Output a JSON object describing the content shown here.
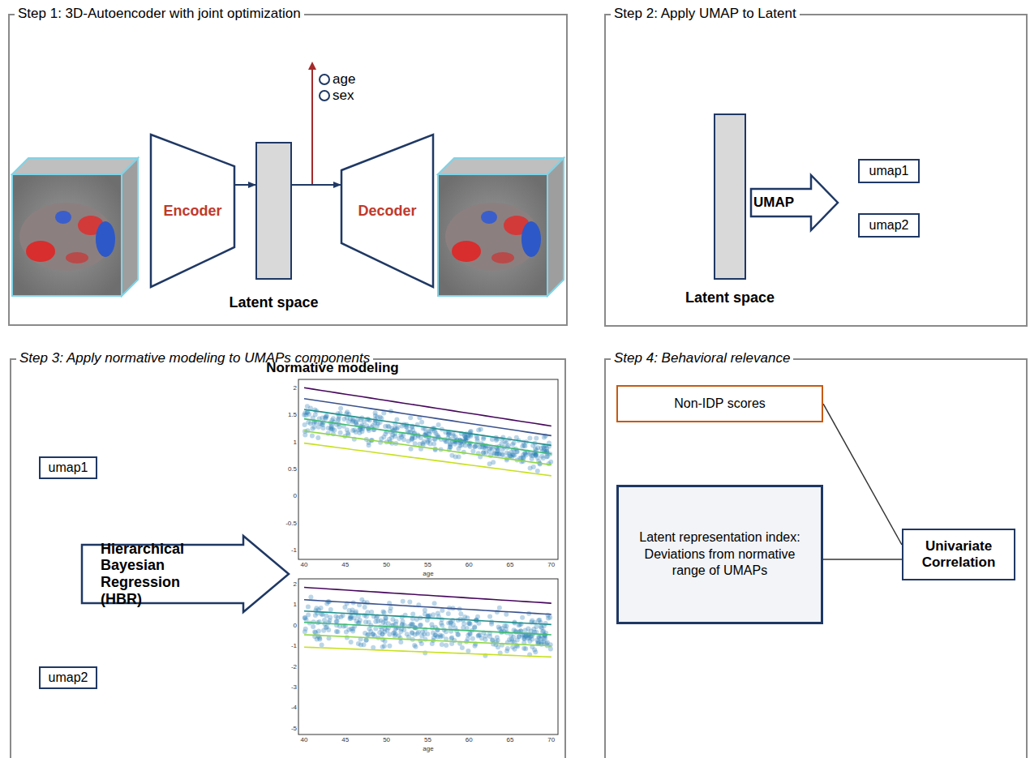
{
  "diagram": {
    "nodes": [
      {
        "text": [
          "Step 1: 3D-Autoencoder with joint optimization"
        ]
      },
      {
        "text": [
          "Encoder"
        ],
        "in": 0
      },
      {
        "text": [
          "Latent space"
        ],
        "in": 0
      },
      {
        "text": [
          "Decoder"
        ],
        "in": 0
      },
      {
        "text": [
          "Step 2: Apply UMAP to Latent"
        ]
      },
      {
        "text": [
          "Latent space"
        ],
        "in": 4
      },
      {
        "text": [
          "UMAP"
        ],
        "in": 4
      },
      {
        "text": [
          "umap1"
        ],
        "in": 4
      },
      {
        "text": [
          "umap2"
        ],
        "in": 4
      },
      {
        "text": [
          "Step 3: Apply normative modeling to UMAPs components"
        ]
      },
      {
        "text": [
          "umap1"
        ],
        "in": 9
      },
      {
        "text": [
          "Hierarchical Bayesian Regression (HBR)"
        ],
        "in": 9
      },
      {
        "text": [
          "umap2"
        ],
        "in": 9
      },
      {
        "text": [
          "Step 4: Behavioral relevance"
        ]
      },
      {
        "text": [
          "Non-IDP scores"
        ],
        "in": 13
      },
      {
        "text": [
          "Latent representation index:",
          "Deviations from normative range of UMAPs"
        ],
        "in": 13
      },
      {
        "text": [
          "Univariate Correlation"
        ],
        "in": 13
      }
    ],
    "edges": [
      {
        "from": 1,
        "to": 2,
        "arrow": "to"
      },
      {
        "from": 2,
        "to": 3,
        "arrow": "to"
      },
      {
        "from": 14,
        "to": 16,
        "arrow": "none"
      },
      {
        "from": 15,
        "to": 16,
        "arrow": "none"
      }
    ],
    "labels": [
      "age",
      "sex",
      "Normative modeling",
      "40",
      "45",
      "50",
      "55",
      "60",
      "65",
      "70",
      "age",
      "2",
      "1.5",
      "1",
      "0.5",
      "0",
      "-0.5",
      "-1",
      "40",
      "45",
      "50",
      "55",
      "60",
      "65",
      "70",
      "age",
      "2",
      "1",
      "0",
      "-1",
      "-2",
      "-3",
      "-4",
      "-5"
    ]
  }
}
